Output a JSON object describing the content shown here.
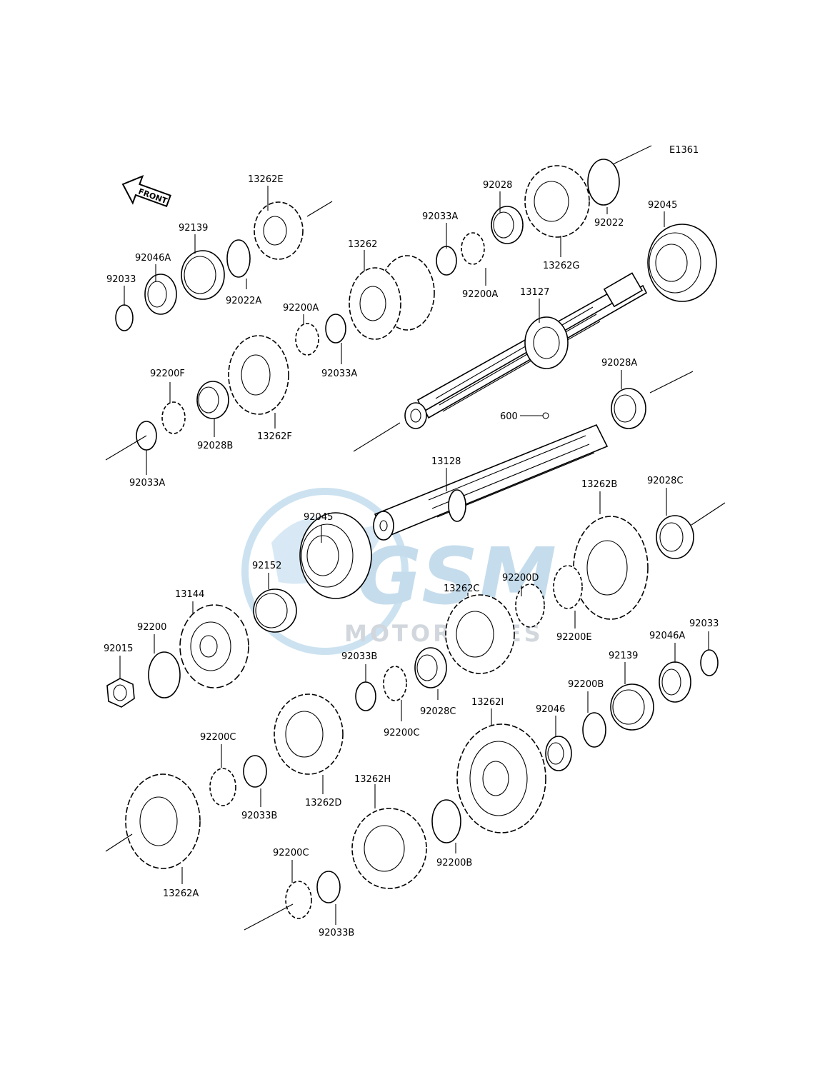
{
  "diagram_code": "E1361",
  "front_label": "FRONT",
  "watermark": {
    "brand": "GSM",
    "sub": "MOTORBIKES",
    "color": "#8fbfe0"
  },
  "labels": [
    {
      "id": "13262E",
      "text": "13262E"
    },
    {
      "id": "92139_top",
      "text": "92139"
    },
    {
      "id": "92046A_top",
      "text": "92046A"
    },
    {
      "id": "92033_top",
      "text": "92033"
    },
    {
      "id": "92022A",
      "text": "92022A"
    },
    {
      "id": "13262",
      "text": "13262"
    },
    {
      "id": "92033A_1",
      "text": "92033A"
    },
    {
      "id": "92028",
      "text": "92028"
    },
    {
      "id": "13262G",
      "text": "13262G"
    },
    {
      "id": "92022",
      "text": "92022"
    },
    {
      "id": "92045_top",
      "text": "92045"
    },
    {
      "id": "92200A_1",
      "text": "92200A"
    },
    {
      "id": "92200A_2",
      "text": "92200A"
    },
    {
      "id": "92033A_2",
      "text": "92033A"
    },
    {
      "id": "13127",
      "text": "13127"
    },
    {
      "id": "92200F",
      "text": "92200F"
    },
    {
      "id": "92028B",
      "text": "92028B"
    },
    {
      "id": "13262F",
      "text": "13262F"
    },
    {
      "id": "92033A_3",
      "text": "92033A"
    },
    {
      "id": "92028A",
      "text": "92028A"
    },
    {
      "id": "600",
      "text": "600"
    },
    {
      "id": "13128",
      "text": "13128"
    },
    {
      "id": "13262B",
      "text": "13262B"
    },
    {
      "id": "92028C_top",
      "text": "92028C"
    },
    {
      "id": "92045_mid",
      "text": "92045"
    },
    {
      "id": "92152",
      "text": "92152"
    },
    {
      "id": "13144",
      "text": "13144"
    },
    {
      "id": "92200D",
      "text": "92200D"
    },
    {
      "id": "13262C",
      "text": "13262C"
    },
    {
      "id": "92200E",
      "text": "92200E"
    },
    {
      "id": "92200",
      "text": "92200"
    },
    {
      "id": "92015",
      "text": "92015"
    },
    {
      "id": "92033B_1",
      "text": "92033B"
    },
    {
      "id": "92200C_1",
      "text": "92200C"
    },
    {
      "id": "92028C_mid",
      "text": "92028C"
    },
    {
      "id": "92033_right",
      "text": "92033"
    },
    {
      "id": "92046A_right",
      "text": "92046A"
    },
    {
      "id": "92139_right",
      "text": "92139"
    },
    {
      "id": "92200B_1",
      "text": "92200B"
    },
    {
      "id": "13262I",
      "text": "13262I"
    },
    {
      "id": "92046",
      "text": "92046"
    },
    {
      "id": "92200C_2",
      "text": "92200C"
    },
    {
      "id": "92033B_2",
      "text": "92033B"
    },
    {
      "id": "13262D",
      "text": "13262D"
    },
    {
      "id": "13262H",
      "text": "13262H"
    },
    {
      "id": "92200B_2",
      "text": "92200B"
    },
    {
      "id": "13262A",
      "text": "13262A"
    },
    {
      "id": "92200C_3",
      "text": "92200C"
    },
    {
      "id": "92033B_3",
      "text": "92033B"
    }
  ]
}
